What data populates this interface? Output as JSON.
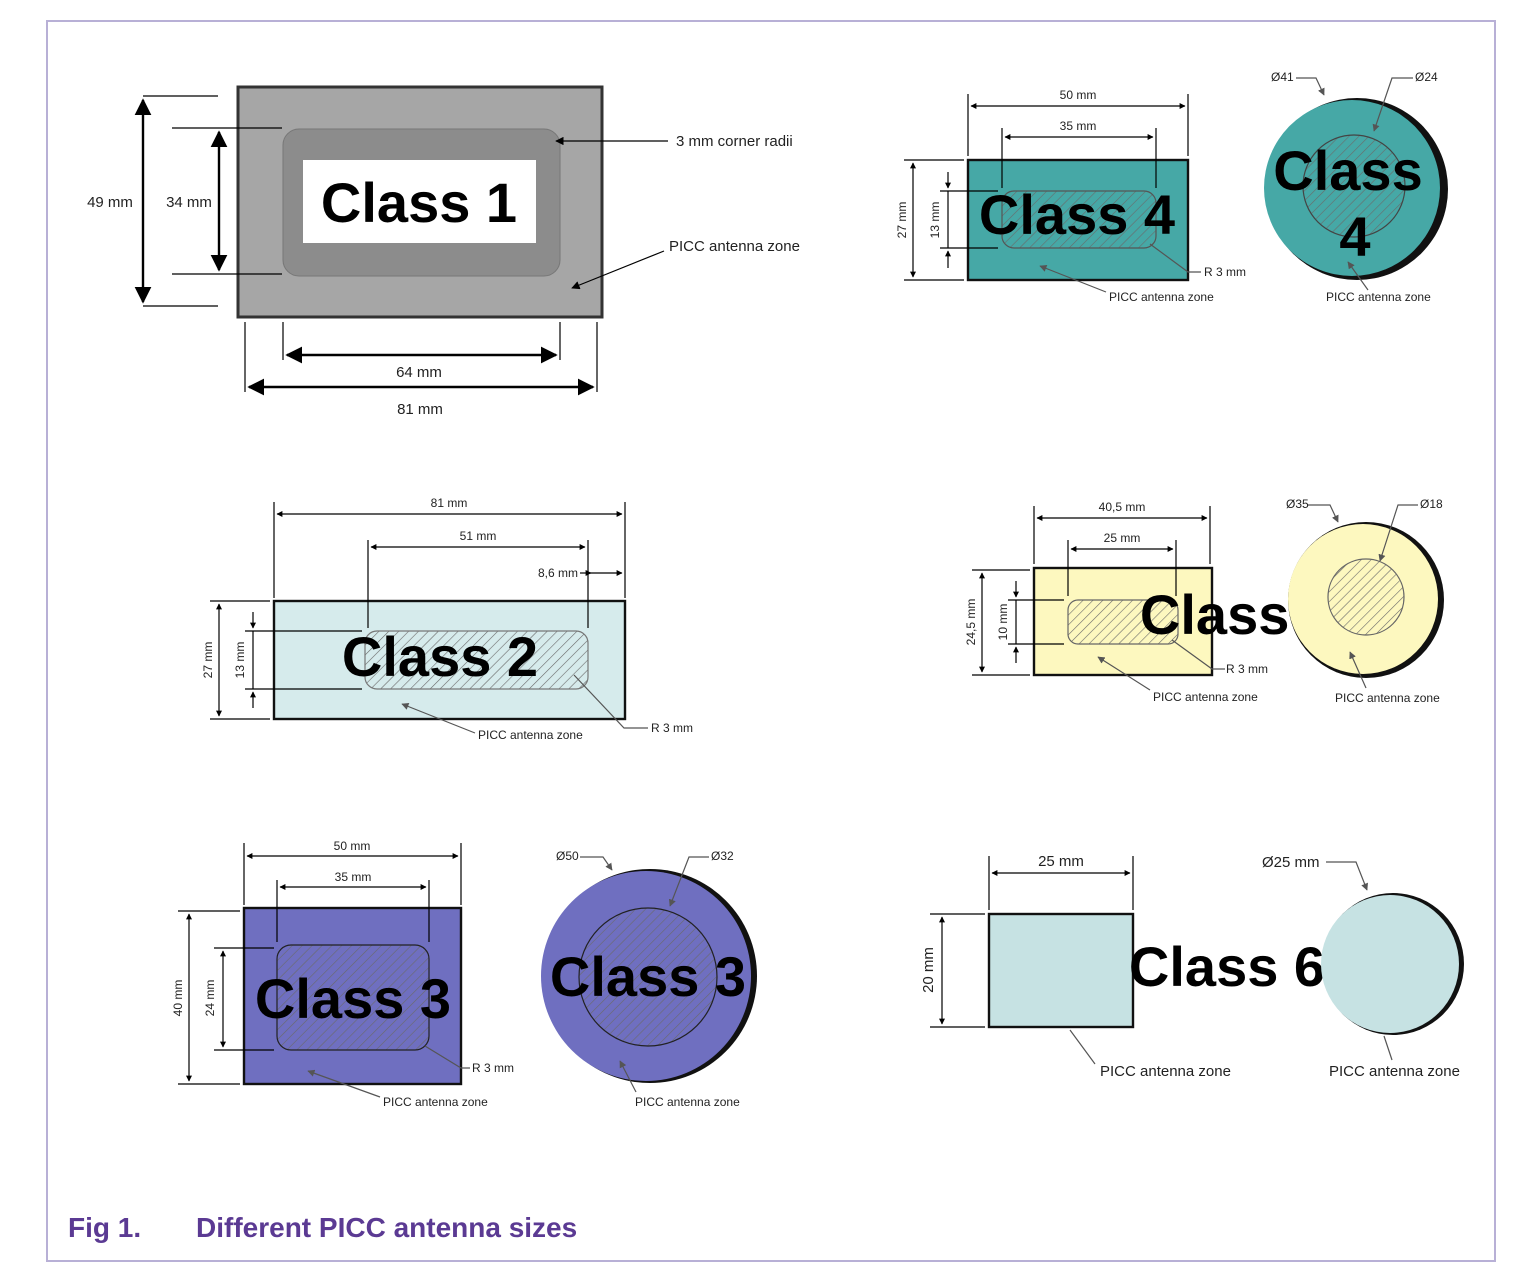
{
  "figure": {
    "number": "Fig 1.",
    "title": "Different PICC antenna sizes",
    "colors": {
      "frame": "#b8b0d6",
      "caption": "#5b3a93",
      "class1_outer": "#a6a6a6",
      "class1_inner": "#8c8c8c",
      "class2_fill": "#d6ebec",
      "class3_fill": "#6f6fc0",
      "class4_fill": "#46a8a6",
      "class5_fill": "#fdf8bf",
      "class6_fill": "#c6e2e3"
    }
  },
  "class1": {
    "label": "Class 1",
    "dims": {
      "height_outer": "49 mm",
      "height_inner": "34 mm",
      "width_inner": "64 mm",
      "width_outer": "81 mm"
    },
    "callouts": {
      "corner": "3 mm corner radii",
      "zone": "PICC antenna zone"
    }
  },
  "class2": {
    "label": "Class 2",
    "dims": {
      "width_outer": "81 mm",
      "width_inner": "51 mm",
      "offset": "8,6 mm",
      "height_outer": "27 mm",
      "height_inner": "13 mm",
      "radius": "R 3 mm"
    },
    "zone": "PICC antenna zone"
  },
  "class3": {
    "label_rect": "Class 3",
    "label_circle": "Class 3",
    "dims": {
      "width_outer": "50 mm",
      "width_inner": "35 mm",
      "height_outer": "40 mm",
      "height_inner": "24 mm",
      "radius": "R 3 mm",
      "dia_outer": "Ø50",
      "dia_inner": "Ø32"
    },
    "zone_rect": "PICC antenna zone",
    "zone_circle": "PICC antenna zone"
  },
  "class4": {
    "label_rect": "Class 4",
    "label_circle_line1": "Class",
    "label_circle_line2": "4",
    "dims": {
      "width_outer": "50 mm",
      "width_inner": "35 mm",
      "height_outer": "27 mm",
      "height_inner": "13 mm",
      "radius": "R 3 mm",
      "dia_outer": "Ø41",
      "dia_inner": "Ø24"
    },
    "zone_rect": "PICC antenna zone",
    "zone_circle": "PICC antenna zone"
  },
  "class5": {
    "label": "Class 5",
    "dims": {
      "width_outer": "40,5 mm",
      "width_inner": "25 mm",
      "height_outer": "24,5 mm",
      "height_inner": "10 mm",
      "radius": "R 3 mm",
      "dia_outer": "Ø35",
      "dia_inner": "Ø18"
    },
    "zone_rect": "PICC antenna zone",
    "zone_circle": "PICC antenna zone"
  },
  "class6": {
    "label": "Class 6",
    "dims": {
      "width": "25 mm",
      "height": "20 mm",
      "dia": "Ø25 mm"
    },
    "zone_rect": "PICC antenna zone",
    "zone_circle": "PICC antenna zone"
  }
}
